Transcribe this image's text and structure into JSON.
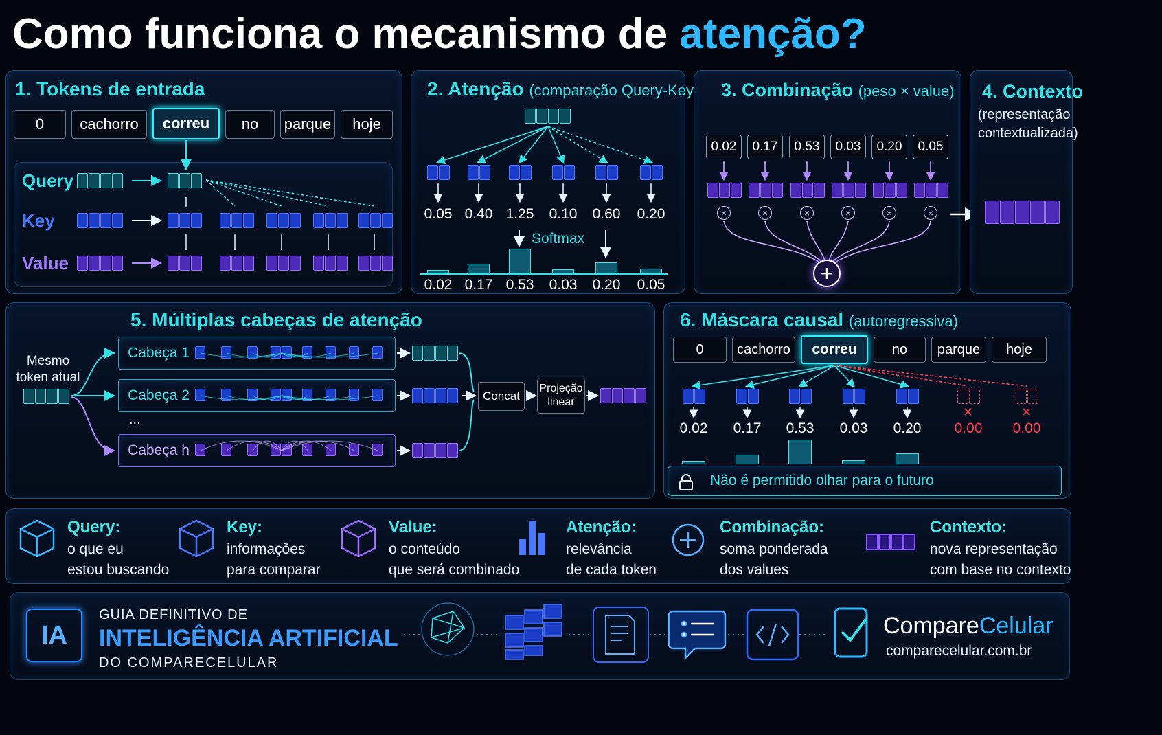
{
  "title": {
    "main": "Como funciona o mecanismo de ",
    "accent": "atenção?"
  },
  "tokens": [
    "0",
    "cachorro",
    "correu",
    "no",
    "parque",
    "hoje"
  ],
  "s1": {
    "title": "1. Tokens de entrada",
    "query": "Query",
    "key": "Key",
    "value": "Value"
  },
  "s2": {
    "title": "2. Atenção",
    "subtitle": "(comparação Query-Key)",
    "scores": [
      "0.05",
      "0.40",
      "1.25",
      "0.10",
      "0.60",
      "0.20"
    ],
    "softmax": "Softmax",
    "weights": [
      "0.02",
      "0.17",
      "0.53",
      "0.03",
      "0.20",
      "0.05"
    ]
  },
  "s3": {
    "title": "3. Combinação",
    "subtitle": "(peso × value)",
    "weights": [
      "0.02",
      "0.17",
      "0.53",
      "0.03",
      "0.20",
      "0.05"
    ]
  },
  "s4": {
    "title": "4. Contexto",
    "subtitle": "(representação contextualizada)"
  },
  "s5": {
    "title": "5. Múltiplas cabeças de atenção",
    "input": "Mesmo token atual",
    "heads": [
      "Cabeça 1",
      "Cabeça 2",
      "Cabeça h"
    ],
    "dots": "...",
    "concat": "Concat",
    "proj": "Projeção linear"
  },
  "s6": {
    "title": "6. Máscara causal",
    "subtitle": "(autoregressiva)",
    "weights": [
      "0.02",
      "0.17",
      "0.53",
      "0.03",
      "0.20",
      "0.00",
      "0.00"
    ],
    "note": "Não é permitido olhar para o futuro"
  },
  "legend": [
    {
      "title": "Query:",
      "line1": "o que eu",
      "line2": "estou buscando",
      "icon": "cube-icon"
    },
    {
      "title": "Key:",
      "line1": "informações",
      "line2": "para comparar",
      "icon": "cube-icon"
    },
    {
      "title": "Value:",
      "line1": "o conteúdo",
      "line2": "que será combinado",
      "icon": "cube-icon"
    },
    {
      "title": "Atenção:",
      "line1": "relevância",
      "line2": "de cada token",
      "icon": "bar-chart-icon"
    },
    {
      "title": "Combinação:",
      "line1": "soma ponderada",
      "line2": "dos values",
      "icon": "plus-circle-icon"
    },
    {
      "title": "Contexto:",
      "line1": "nova representação",
      "line2": "com base no contexto",
      "icon": "vector-icon"
    }
  ],
  "footer": {
    "ia": "IA",
    "guide": "GUIA DEFINITIVO DE",
    "big": "INTELIGÊNCIA ARTIFICIAL",
    "small": "DO COMPARECELULAR",
    "brand1": "Compare",
    "brand2": "Celular",
    "url": "comparecelular.com.br"
  },
  "colors": {
    "cyan": "#35e0e6",
    "blue": "#2f6bff",
    "purple": "#8a5cff",
    "red": "#ff3b4b",
    "bg": "#03060f"
  }
}
